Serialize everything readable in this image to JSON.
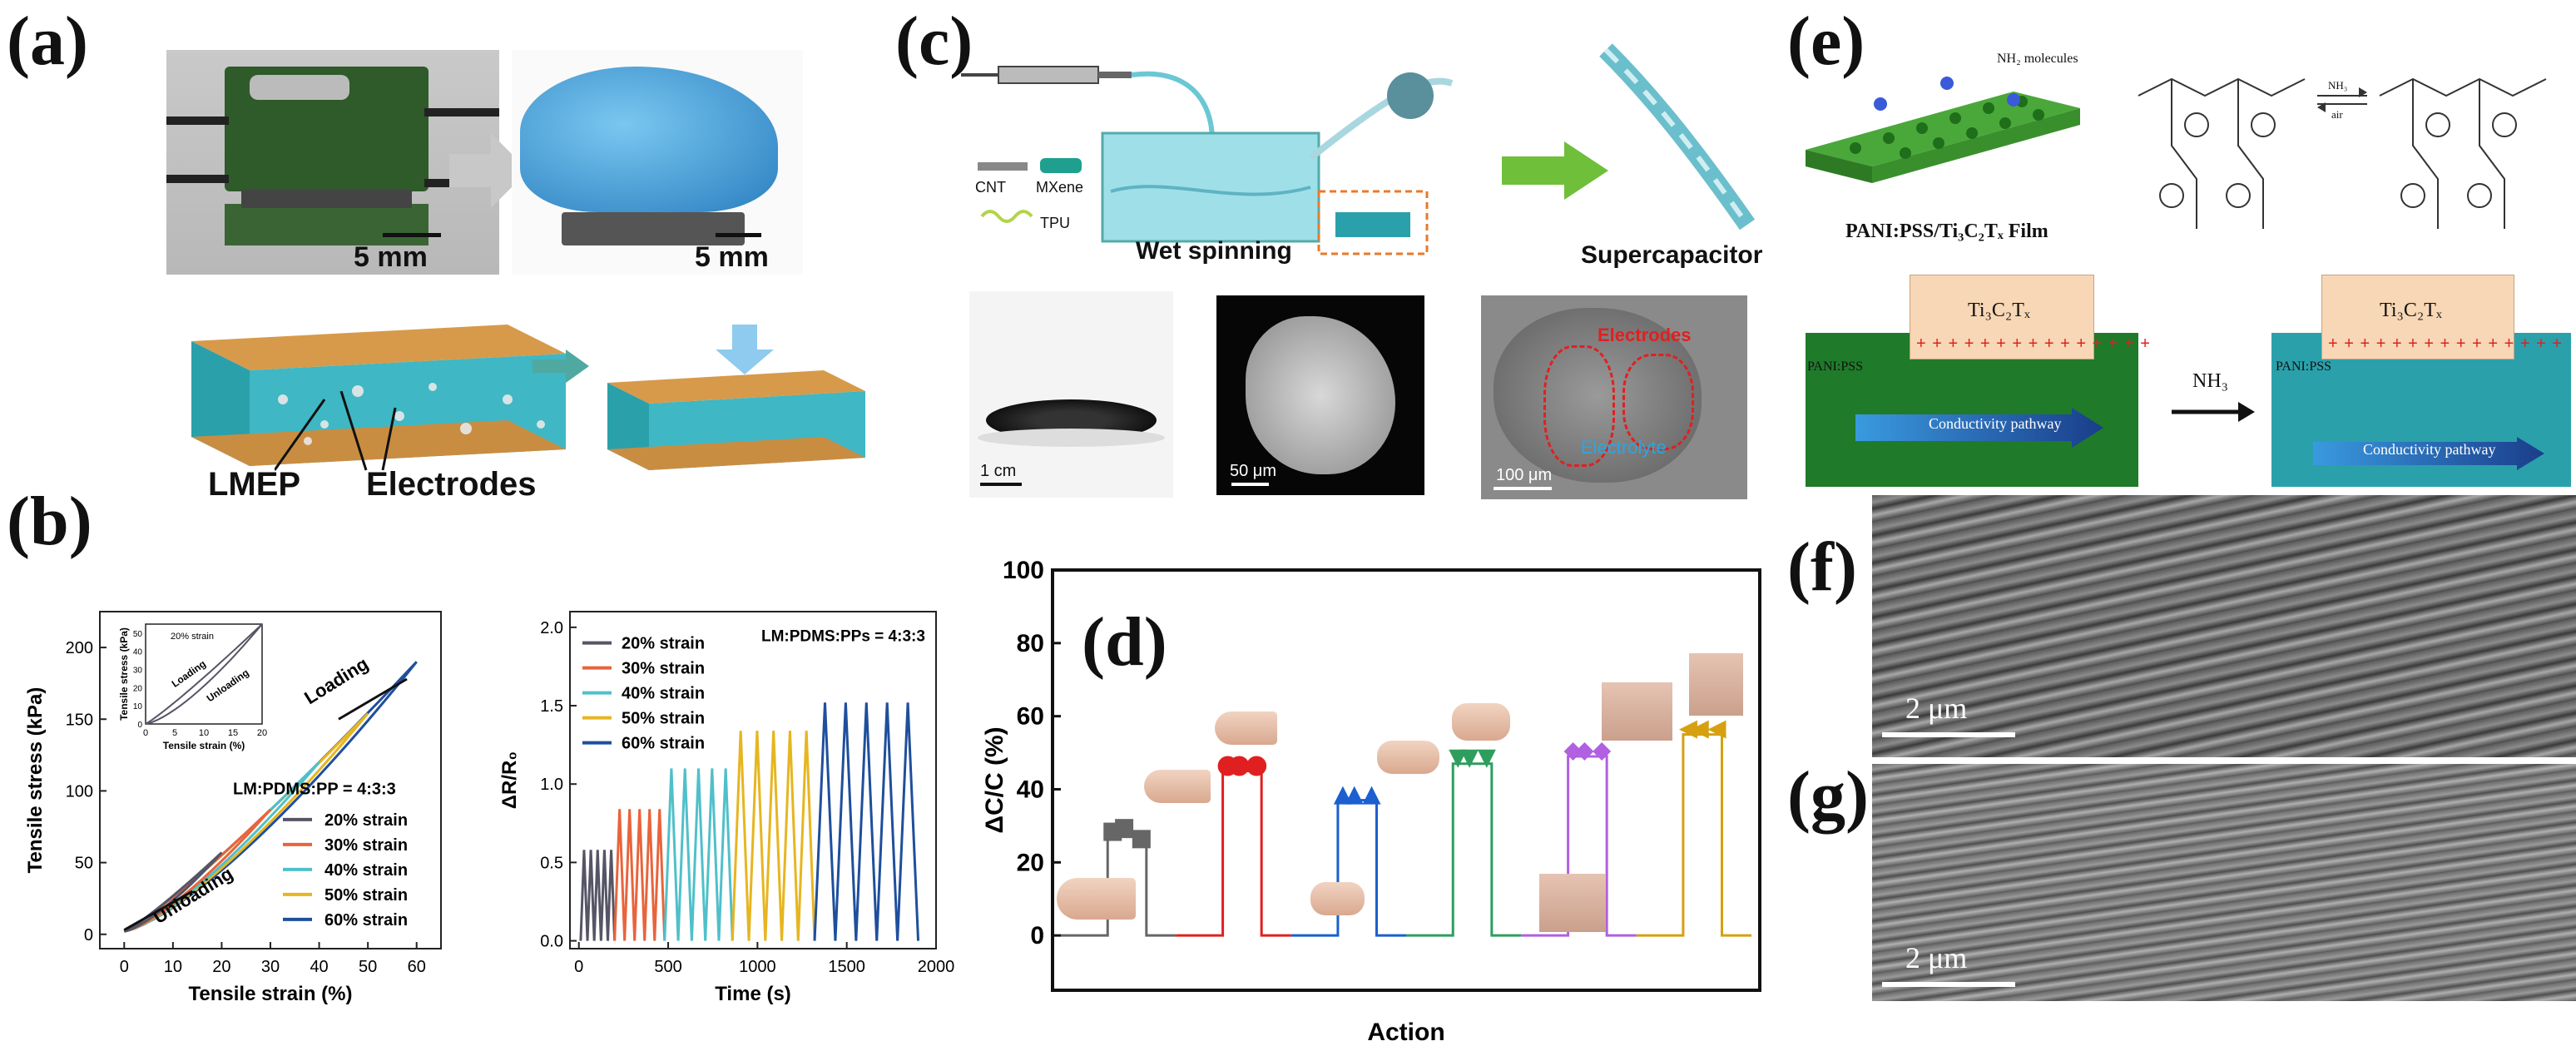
{
  "panels": {
    "a": "(a)",
    "b": "(b)",
    "c": "(c)",
    "d": "(d)",
    "e": "(e)",
    "f": "(f)",
    "g": "(g)"
  },
  "panel_a": {
    "scale_left": "5 mm",
    "scale_right": "5 mm",
    "label_lmep": "LMEP",
    "label_electrodes": "Electrodes"
  },
  "panel_c": {
    "cnt": "CNT",
    "mxene": "MXene",
    "tpu": "TPU",
    "wet_spinning": "Wet spinning",
    "supercapacitor": "Supercapacitor",
    "scale1": "1 cm",
    "scale2": "50 μm",
    "scale3": "100 μm",
    "electrodes": "Electrodes",
    "electrolyte": "Electrolyte"
  },
  "panel_e": {
    "nh2": "NH₂ molecules",
    "film": "PANI:PSS/Ti₃C₂Tₓ Film",
    "ti_left": "Ti₃C₂Tₓ",
    "ti_right": "Ti₃C₂Tₓ",
    "pani_left": "PANI:PSS",
    "pani_right": "PANI:PSS",
    "pathway_left": "Conductivity pathway",
    "pathway_right": "Conductivity pathway",
    "nh3": "NH₃",
    "arrow_top": "NH₃",
    "arrow_bottom": "air",
    "plus_left": "+ + + + + + + + + + + + + + +",
    "plus_right": "+ + + + + + + + + + + + + + +"
  },
  "panel_fg": {
    "scale_f": "2 μm",
    "scale_g": "2 μm"
  },
  "chart_data": [
    {
      "type": "line",
      "id": "b-left",
      "xlabel": "Tensile strain (%)",
      "ylabel": "Tensile stress (kPa)",
      "xlim": [
        -5,
        65
      ],
      "ylim": [
        -10,
        225
      ],
      "xticks": [
        0,
        10,
        20,
        30,
        40,
        50,
        60
      ],
      "yticks": [
        0,
        50,
        100,
        150,
        200
      ],
      "legend_title": "LM:PDMS:PP = 4:3:3",
      "annotations": {
        "loading": "Loading",
        "unloading": "Unloading"
      },
      "series": [
        {
          "name": "20% strain",
          "color": "#555566",
          "max_strain": 20,
          "max_stress": 55
        },
        {
          "name": "30% strain",
          "color": "#e8643c",
          "max_strain": 30,
          "max_stress": 85
        },
        {
          "name": "40% strain",
          "color": "#4fc0c9",
          "max_strain": 40,
          "max_stress": 118
        },
        {
          "name": "50% strain",
          "color": "#e6b520",
          "max_strain": 50,
          "max_stress": 152
        },
        {
          "name": "60% strain",
          "color": "#1f4f9c",
          "max_strain": 60,
          "max_stress": 188
        }
      ],
      "inset": {
        "legend": "20% strain",
        "xlabel": "Tensile strain (%)",
        "ylabel": "Tensile stress (kPa)",
        "xticks": [
          0,
          5,
          10,
          15,
          20
        ],
        "yticks": [
          0,
          10,
          20,
          30,
          40,
          50
        ],
        "loading": "Loading",
        "unloading": "Unloading"
      }
    },
    {
      "type": "line",
      "id": "b-right",
      "xlabel": "Time (s)",
      "ylabel": "ΔR/R₀",
      "xlim": [
        -50,
        2000
      ],
      "ylim": [
        -0.05,
        2.1
      ],
      "xticks": [
        0,
        500,
        1000,
        1500,
        2000
      ],
      "yticks": [
        0.0,
        0.5,
        1.0,
        1.5,
        2.0
      ],
      "legend_title": "LM:PDMS:PPs = 4:3:3",
      "series": [
        {
          "name": "20% strain",
          "color": "#555566",
          "peak": 0.58,
          "t_start": 10,
          "t_end": 200,
          "cycles": 5
        },
        {
          "name": "30% strain",
          "color": "#e8643c",
          "peak": 0.84,
          "t_start": 200,
          "t_end": 480,
          "cycles": 5
        },
        {
          "name": "40% strain",
          "color": "#4fc0c9",
          "peak": 1.1,
          "t_start": 480,
          "t_end": 860,
          "cycles": 5
        },
        {
          "name": "50% strain",
          "color": "#e6b520",
          "peak": 1.34,
          "t_start": 860,
          "t_end": 1320,
          "cycles": 5
        },
        {
          "name": "60% strain",
          "color": "#1f4f9c",
          "peak": 1.52,
          "t_start": 1320,
          "t_end": 1900,
          "cycles": 5
        }
      ]
    },
    {
      "type": "line",
      "id": "d",
      "xlabel": "Action",
      "ylabel": "ΔC/C (%)",
      "ylim": [
        -15,
        100
      ],
      "yticks": [
        0,
        20,
        40,
        60,
        80,
        100
      ],
      "series": [
        {
          "color": "#666666",
          "marker": "square",
          "peaks": [
            27,
            28,
            25
          ]
        },
        {
          "color": "#e02020",
          "marker": "circle",
          "peaks": [
            45,
            45,
            45
          ]
        },
        {
          "color": "#1b5fd0",
          "marker": "triangle-up",
          "peaks": [
            37,
            37,
            37
          ]
        },
        {
          "color": "#2e9e5e",
          "marker": "triangle-down",
          "peaks": [
            47,
            47,
            47
          ]
        },
        {
          "color": "#b060e0",
          "marker": "diamond",
          "peaks": [
            49,
            49,
            49
          ]
        },
        {
          "color": "#d6a010",
          "marker": "triangle-left",
          "peaks": [
            55,
            55,
            55
          ]
        }
      ]
    }
  ]
}
